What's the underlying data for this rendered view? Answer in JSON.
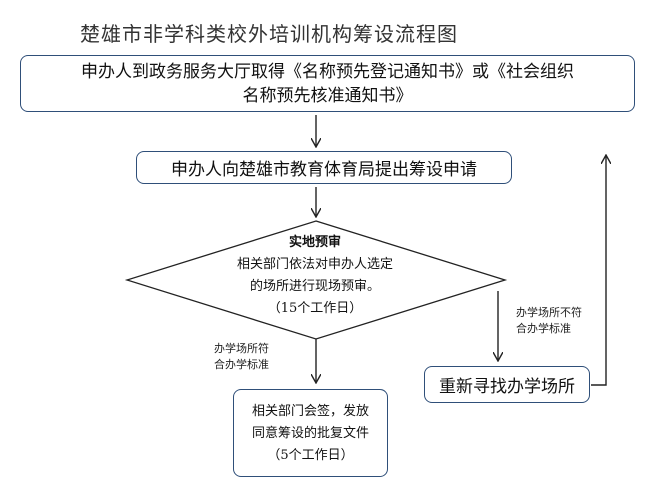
{
  "title": "楚雄市非学科类校外培训机构筹设流程图",
  "steps": {
    "apply_notice": {
      "line1": "申办人到政务服务大厅取得《名称预先登记通知书》或《社会组织",
      "line2": "名称预先核准通知书》"
    },
    "submit_application": "申办人向楚雄市教育体育局提出筹设申请",
    "site_review": {
      "heading": "实地预审",
      "line1": "相关部门依法对申办人选定",
      "line2": "的场所进行现场预审。",
      "duration": "（15个工作日）"
    },
    "approval": {
      "line1": "相关部门会签，发放",
      "line2": "同意筹设的批复文件",
      "duration": "（5个工作日）"
    },
    "refind_site": "重新寻找办学场所"
  },
  "conditions": {
    "pass": {
      "line1": "办学场所符",
      "line2": "合办学标准"
    },
    "fail": {
      "line1": "办学场所不符",
      "line2": "合办学标准"
    }
  }
}
